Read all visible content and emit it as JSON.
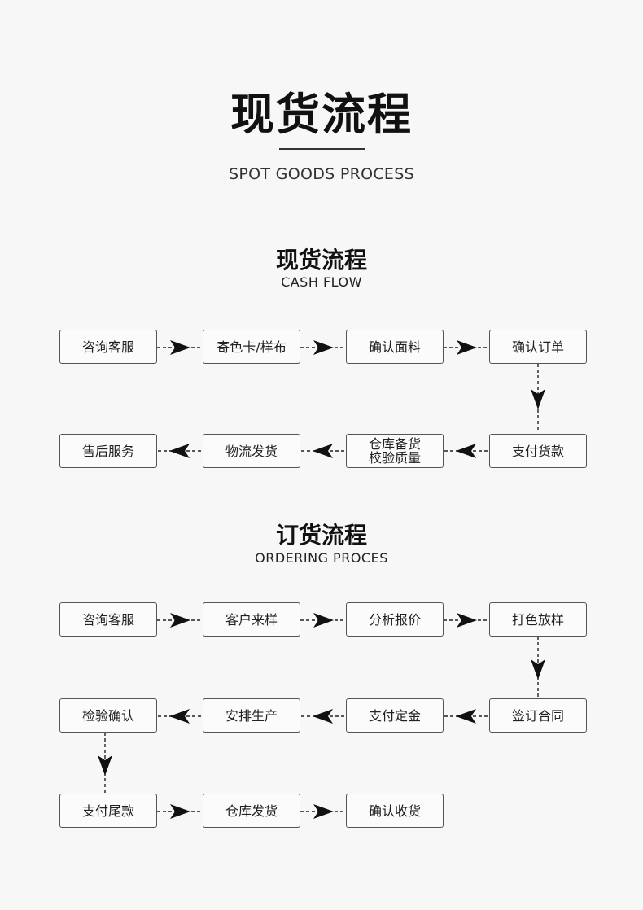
{
  "header": {
    "title": "现货流程",
    "subtitle": "SPOT GOODS PROCESS"
  },
  "cash_flow": {
    "title": "现货流程",
    "subtitle": "CASH FLOW",
    "steps": [
      "咨询客服",
      "寄色卡/样布",
      "确认面料",
      "确认订单",
      "支付货款",
      "仓库备货",
      "校验质量",
      "物流发货",
      "售后服务"
    ]
  },
  "ordering_process": {
    "title": "订货流程",
    "subtitle": "ORDERING PROCES",
    "steps": [
      "咨询客服",
      "客户来样",
      "分析报价",
      "打色放样",
      "签订合同",
      "支付定金",
      "安排生产",
      "检验确认",
      "支付尾款",
      "仓库发货",
      "确认收货"
    ]
  },
  "colors": {
    "background": "#f7f7f7",
    "border": "#555555",
    "arrow": "#111111"
  }
}
